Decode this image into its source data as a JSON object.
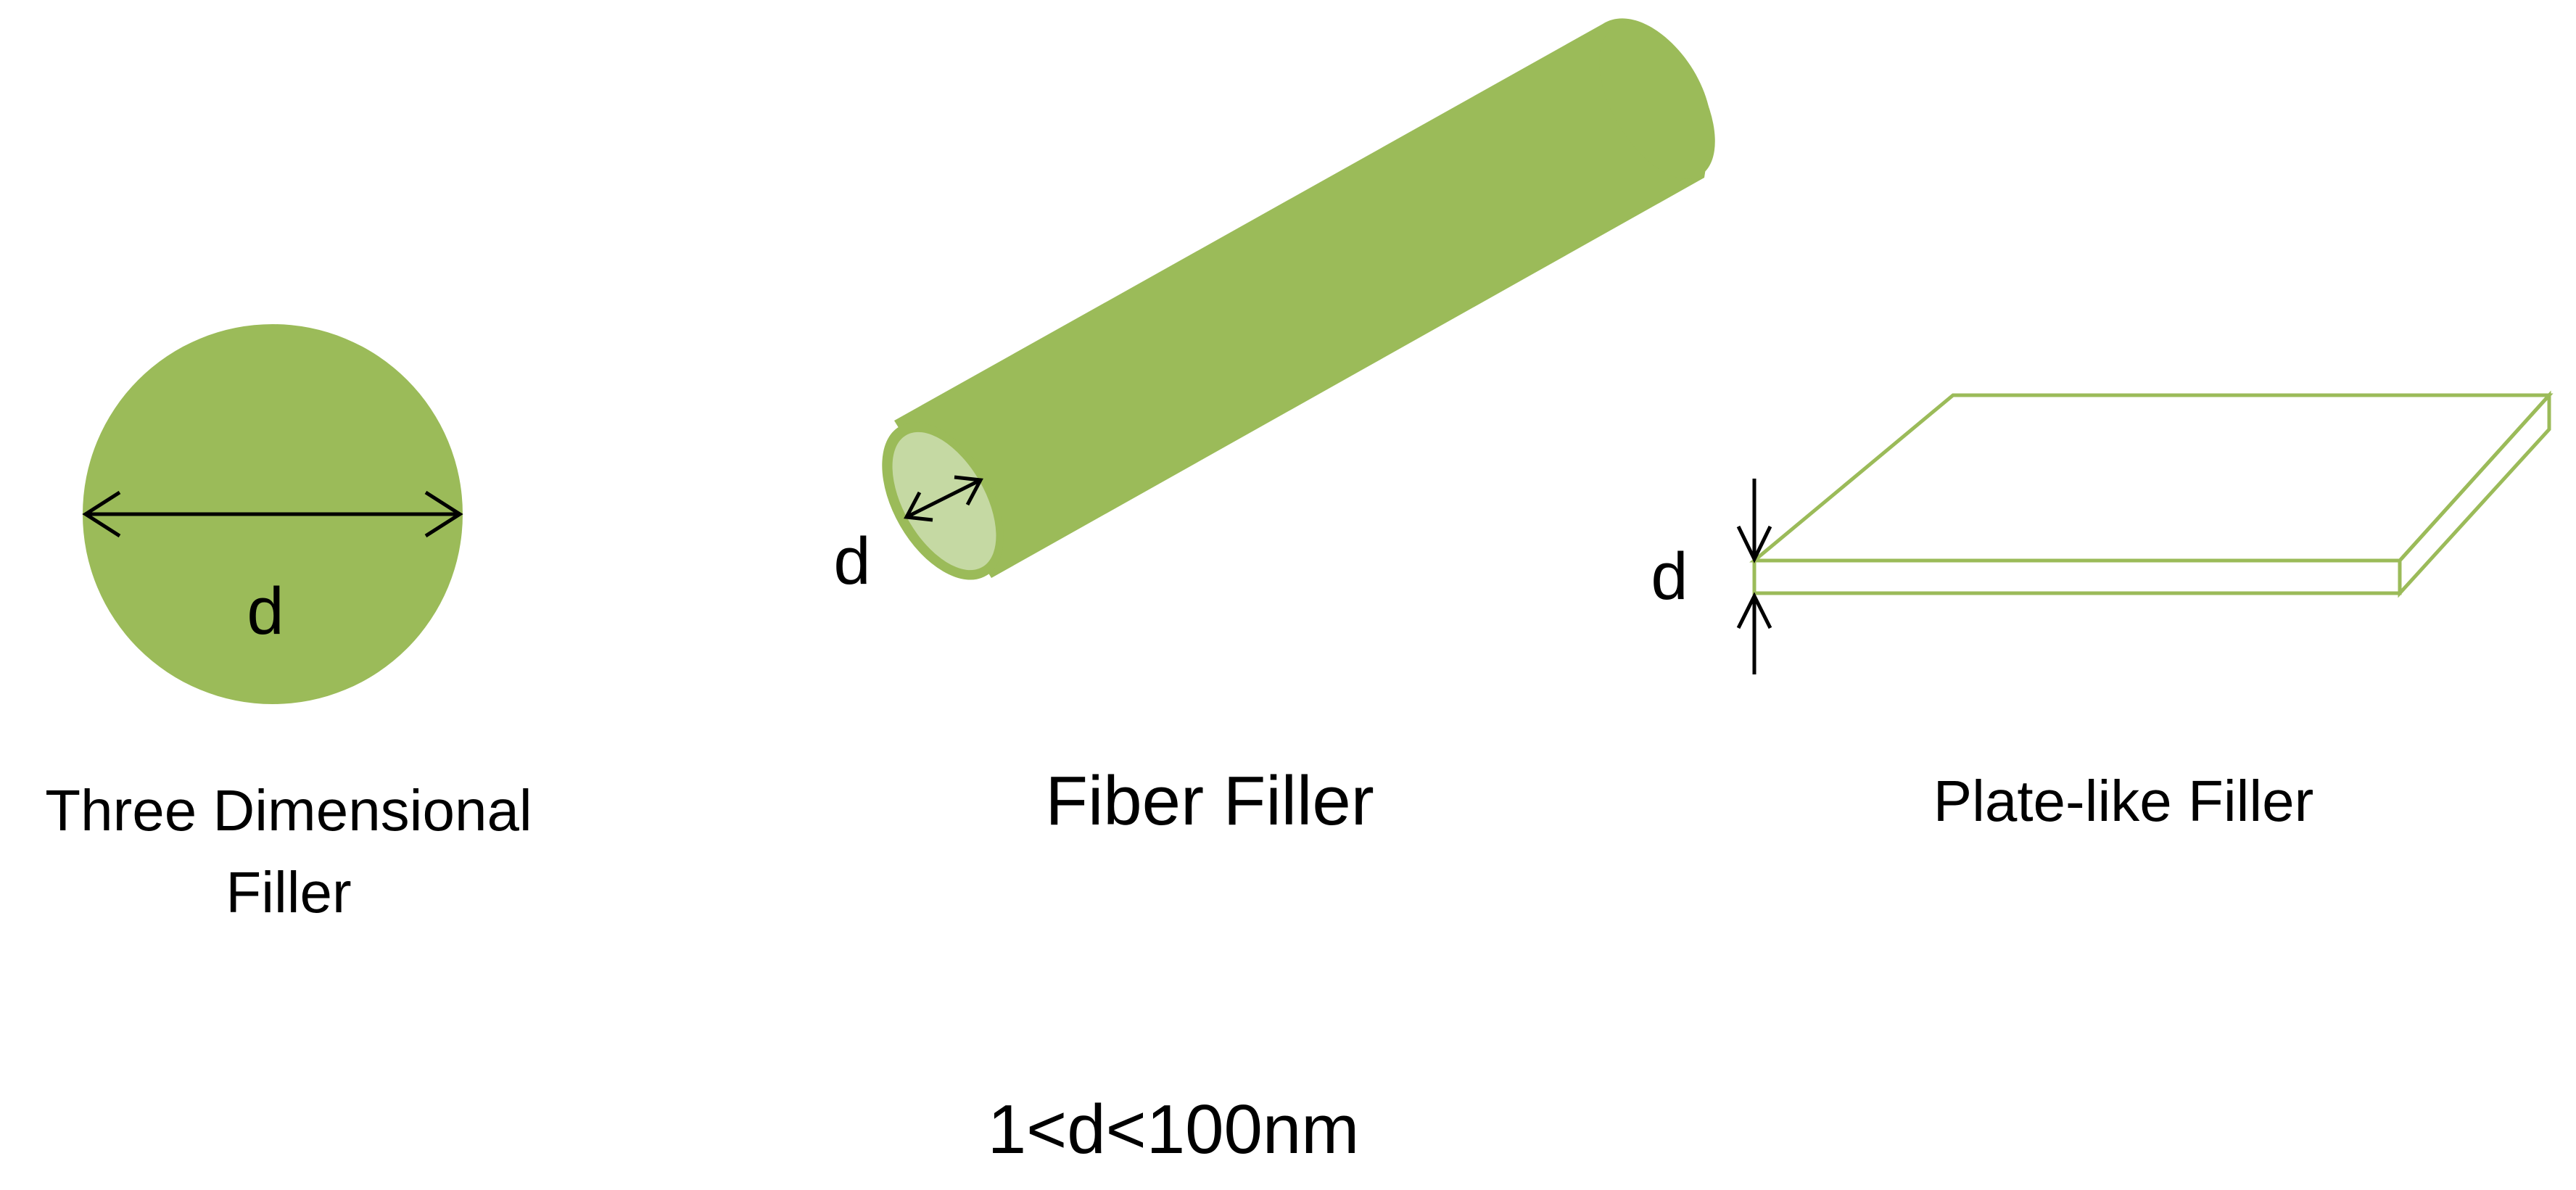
{
  "fill_color": "#9bbb59",
  "fill_color_light": "#c5d9a3",
  "stroke_color": "#9bbb59",
  "arrow_color": "#000000",
  "dimension_symbol": "d",
  "fillers": [
    {
      "shape": "sphere",
      "caption_lines": [
        "Three Dimensional",
        "Filler"
      ],
      "dimension_label": "d"
    },
    {
      "shape": "cylinder",
      "caption_lines": [
        "Fiber Filler"
      ],
      "dimension_label": "d"
    },
    {
      "shape": "plate",
      "caption_lines": [
        "Plate-like Filler"
      ],
      "dimension_label": "d"
    }
  ],
  "size_range": "1<d<100nm"
}
